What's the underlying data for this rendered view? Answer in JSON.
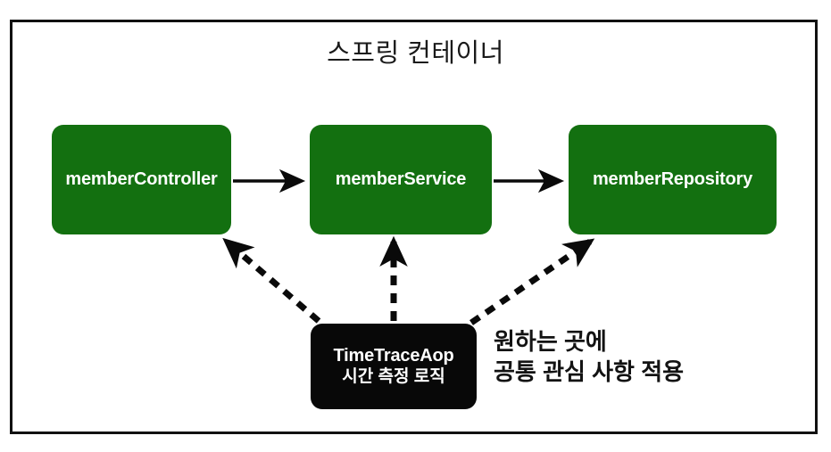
{
  "diagram": {
    "title": "스프링 컨테이너",
    "frame": {
      "border_color": "#111111",
      "background": "#ffffff"
    },
    "beans": [
      {
        "id": "memberController",
        "label": "memberController",
        "color": "#137010"
      },
      {
        "id": "memberService",
        "label": "memberService",
        "color": "#137010"
      },
      {
        "id": "memberRepository",
        "label": "memberRepository",
        "color": "#137010"
      }
    ],
    "aspect": {
      "title": "TimeTraceAop",
      "subtitle": "시간 측정 로직",
      "color": "#080808"
    },
    "annotation": {
      "line1": "원하는 곳에",
      "line2": "공통 관심 사항 적용"
    },
    "connections": [
      {
        "from": "memberController",
        "to": "memberService",
        "style": "solid",
        "direction": "forward"
      },
      {
        "from": "memberService",
        "to": "memberRepository",
        "style": "solid",
        "direction": "forward"
      },
      {
        "from": "TimeTraceAop",
        "to": "memberController",
        "style": "dashed",
        "direction": "forward"
      },
      {
        "from": "TimeTraceAop",
        "to": "memberService",
        "style": "dashed",
        "direction": "forward"
      },
      {
        "from": "TimeTraceAop",
        "to": "memberRepository",
        "style": "dashed",
        "direction": "forward"
      }
    ]
  }
}
